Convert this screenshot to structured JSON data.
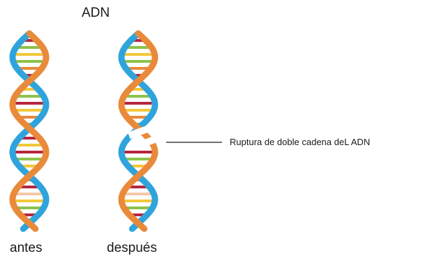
{
  "diagram": {
    "title": "ADN",
    "label_before": "antes",
    "label_after": "después",
    "annotation": "Ruptura de doble cadena deL ADN"
  },
  "colors": {
    "strand_orange": "#e98a3a",
    "strand_blue": "#2fa4dc",
    "rung_colors": [
      "#b5263f",
      "#8cc24a",
      "#f2c83a",
      "#e98a3a",
      "#f3c9a8"
    ],
    "pointer_line": "#1a1a1a"
  }
}
